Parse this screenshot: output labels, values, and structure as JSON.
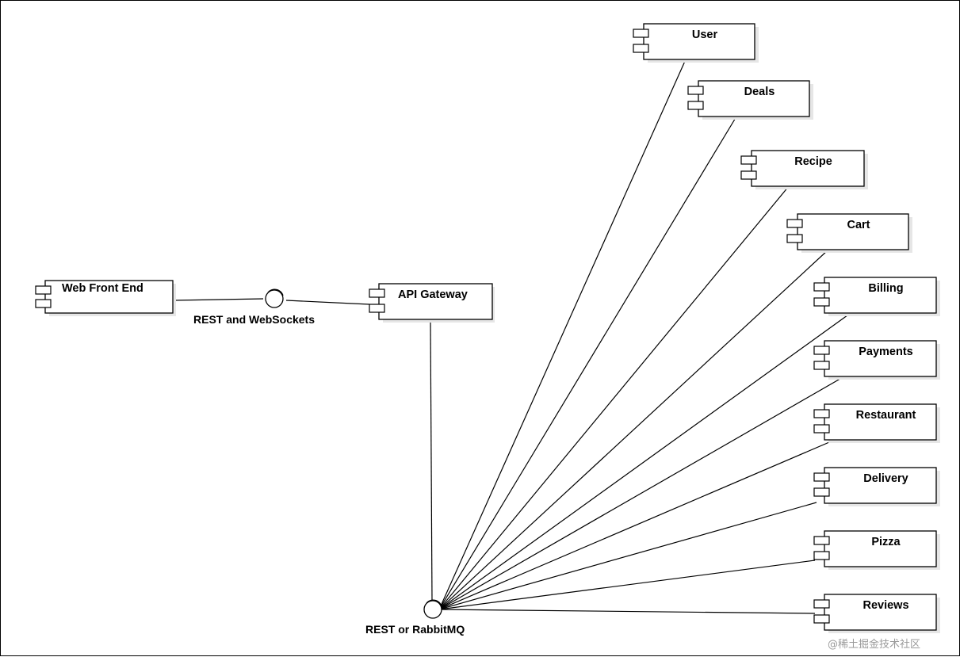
{
  "components": {
    "web_front_end": "Web Front End",
    "api_gateway": "API Gateway",
    "services": [
      "User",
      "Deals",
      "Recipe",
      "Cart",
      "Billing",
      "Payments",
      "Restaurant",
      "Delivery",
      "Pizza",
      "Reviews"
    ]
  },
  "interfaces": {
    "rest_websockets": "REST and WebSockets",
    "rest_rabbitmq": "REST or RabbitMQ"
  },
  "watermark": "@稀土掘金技术社区"
}
